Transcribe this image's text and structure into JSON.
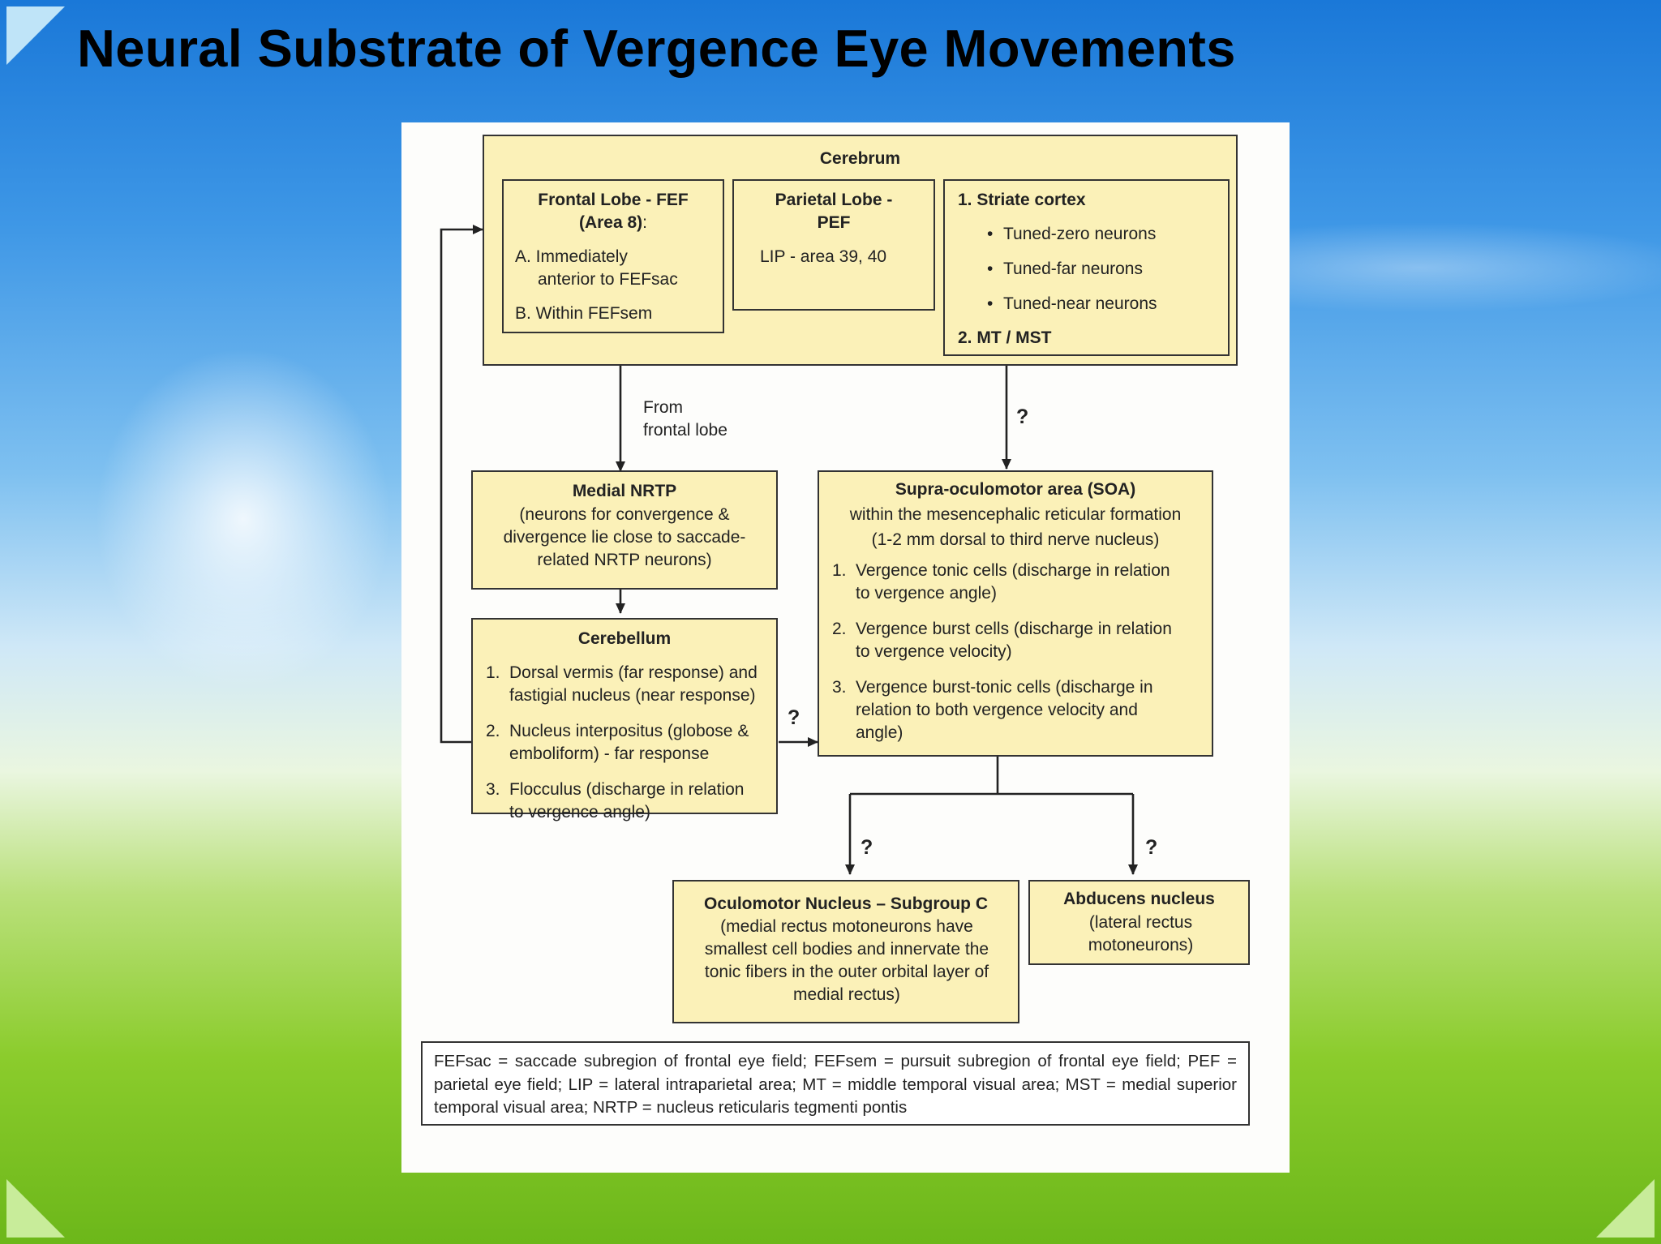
{
  "slide": {
    "title": "Neural Substrate of Vergence Eye Movements"
  },
  "diagram": {
    "cerebrum": {
      "title": "Cerebrum",
      "frontal": {
        "title_line1": "Frontal Lobe - FEF",
        "title_line2": "(Area 8)",
        "title_suffix": ":",
        "item_a": "A. Immediately",
        "item_a_cont": "anterior to FEFsac",
        "item_b": "B. Within FEFsem"
      },
      "parietal": {
        "title_line1": "Parietal Lobe -",
        "title_line2": "PEF",
        "body": "LIP - area 39, 40"
      },
      "striate": {
        "title": "1. Striate cortex",
        "items": [
          "Tuned-zero neurons",
          "Tuned-far neurons",
          "Tuned-near neurons"
        ],
        "mt": "2. MT / MST"
      }
    },
    "from_frontal_line1": "From",
    "from_frontal_line2": "frontal lobe",
    "nrtp": {
      "title": "Medial NRTP",
      "body": "(neurons for convergence & divergence lie close to saccade-related NRTP neurons)"
    },
    "cerebellum": {
      "title": "Cerebellum",
      "items": [
        {
          "num": "1.",
          "text": "Dorsal vermis (far response) and fastigial nucleus (near response)"
        },
        {
          "num": "2.",
          "text": "Nucleus interpositus (globose & emboliform) - far response"
        },
        {
          "num": "3.",
          "text": "Flocculus (discharge in relation to vergence angle)"
        }
      ]
    },
    "soa": {
      "title": "Supra-oculomotor area (SOA)",
      "subtitle1": "within the mesencephalic reticular formation",
      "subtitle2": "(1-2 mm dorsal to third nerve nucleus)",
      "items": [
        {
          "num": "1.",
          "text": "Vergence tonic cells (discharge in relation to vergence angle)"
        },
        {
          "num": "2.",
          "text": "Vergence burst cells (discharge in relation to vergence velocity)"
        },
        {
          "num": "3.",
          "text": "Vergence burst-tonic cells (discharge in relation to both vergence velocity and angle)"
        }
      ]
    },
    "oculomotor": {
      "title": "Oculomotor Nucleus – Subgroup C",
      "body": "(medial rectus motoneurons have smallest cell bodies and innervate the tonic fibers in the outer orbital layer of medial rectus)"
    },
    "abducens": {
      "title": "Abducens nucleus",
      "body": "(lateral rectus motoneurons)"
    },
    "q_marks": {
      "cerebrum_soa": "?",
      "cerebellum_soa": "?",
      "soa_oculomotor": "?",
      "soa_abducens": "?"
    },
    "footnote": "FEFsac = saccade subregion of frontal eye field; FEFsem = pursuit subregion of frontal eye field; PEF = parietal eye field; LIP = lateral intraparietal area; MT = middle temporal visual area; MST = medial superior temporal visual area; NRTP = nucleus reticularis tegmenti pontis"
  },
  "colors": {
    "box_fill": "#fbf1b8",
    "box_border": "#333333",
    "panel": "#fdfdfb"
  }
}
